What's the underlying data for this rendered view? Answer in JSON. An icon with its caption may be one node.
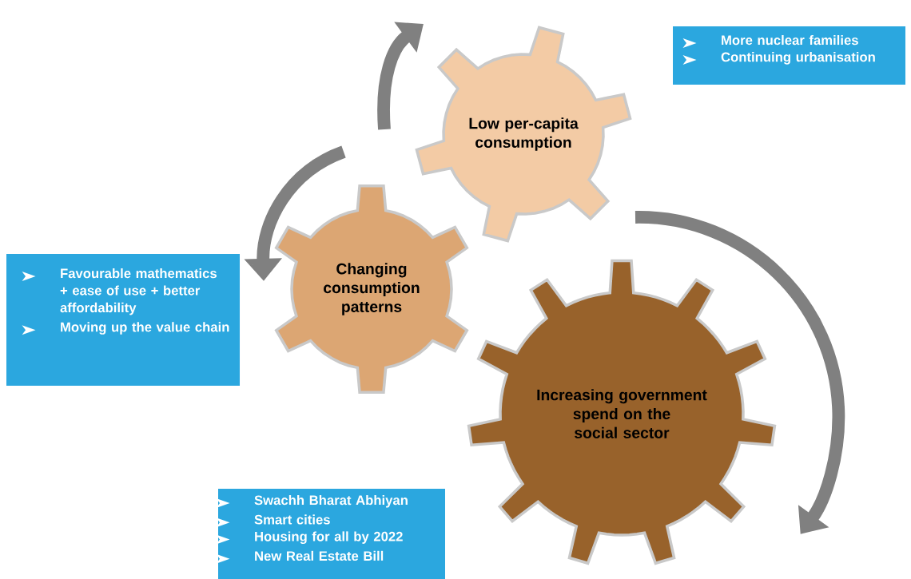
{
  "diagram": {
    "nodes": [
      {
        "text": [
          "More nuclear families",
          "Continuing urbanisation"
        ]
      },
      {
        "text": [
          "Low per-capita consumption"
        ]
      },
      {
        "text": [
          "Favourable mathematics + ease of use + better affordability",
          "Moving up the value chain"
        ]
      },
      {
        "text": [
          "Changing consumption patterns"
        ]
      },
      {
        "text": [
          "Increasing government spend on the social sector"
        ]
      },
      {
        "text": [
          "Swachh Bharat Abhiyan",
          "Smart cities",
          "Housing for all by 2022",
          "New Real Estate Bill"
        ]
      }
    ]
  }
}
